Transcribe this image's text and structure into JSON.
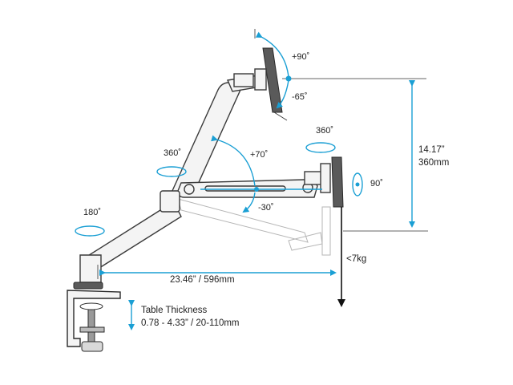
{
  "colors": {
    "accent": "#1a9fd4",
    "line": "#333333",
    "arm": "#f4f4f4"
  },
  "labels": {
    "tilt_up": "+90˚",
    "tilt_down": "-65˚",
    "rotate_head": "360˚",
    "rotate_mid": "360˚",
    "lift_up": "+70˚",
    "lift_down": "-30˚",
    "swivel_base": "180˚",
    "pivot_head": "90˚",
    "height_in": "14.17”",
    "height_mm": "360mm",
    "load": "<7kg",
    "reach": "23.46” / 596mm",
    "thickness_title": "Table Thickness",
    "thickness_value": "0.78 - 4.33” / 20-110mm"
  }
}
